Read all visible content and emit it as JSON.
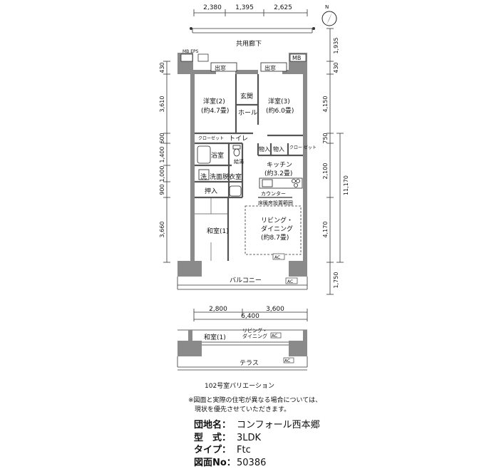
{
  "dimensions": {
    "top": [
      "2,380",
      "1,395",
      "2,625"
    ],
    "bottom": [
      "2,800",
      "3,600"
    ],
    "bottom_total": "6,400",
    "left": [
      "430",
      "3,610",
      "600",
      "1,400",
      "1,000",
      "900",
      "3,660"
    ],
    "right": [
      "1,935",
      "430",
      "4,150",
      "750",
      "2,100",
      "4,170",
      "1,750"
    ],
    "right_total": "11,170"
  },
  "labels": {
    "corridor": "共用廊下",
    "mb_eps": "MB  EPS",
    "mb_right": "MB",
    "window_left": "出窓",
    "window_right": "出窓",
    "western2": "洋室(2)",
    "western2_size": "(約4.7畳)",
    "entrance": "玄関",
    "hall": "ホール",
    "western3": "洋室(3)",
    "western3_size": "(約6.0畳)",
    "closet": "クローゼット",
    "toilet": "トイレ",
    "storage1": "物入",
    "storage2": "物入",
    "closet_small": "クロー\nゼット",
    "bath": "浴室",
    "water_heater": "給湯",
    "kitchen": "キッチン",
    "kitchen_size": "(約3.2畳)",
    "wash": "洗",
    "dressing": "洗面脱衣室",
    "oshiire": "押入",
    "counter": "カウンター",
    "floor_heating": "床暖房設置範囲",
    "living": "リビング・",
    "dining": "ダイニング",
    "living_size": "(約8.7畳)",
    "japanese1": "和室(1)",
    "balcony": "バルコニー",
    "ac_1": "AC",
    "ac_2": "AC",
    "var_japanese": "和室(1)",
    "var_living": "リビング・",
    "var_dining": "ダイニング",
    "var_ac1": "AC",
    "var_ac2": "AC",
    "terrace": "テラス",
    "variation_caption": "102号室バリエーション",
    "north": "N"
  },
  "notes": [
    "※図面と実際の住宅が異なる場合については、",
    "　現状を優先させていただきます。"
  ],
  "info": {
    "estate_key": "団地名：",
    "estate_val": "コンフォール西本郷",
    "type_key": "型　式：",
    "type_val": "3LDK",
    "kind_key": "タイプ：",
    "kind_val": "Ftc",
    "drawing_key": "図面No：",
    "drawing_val": "50386"
  }
}
